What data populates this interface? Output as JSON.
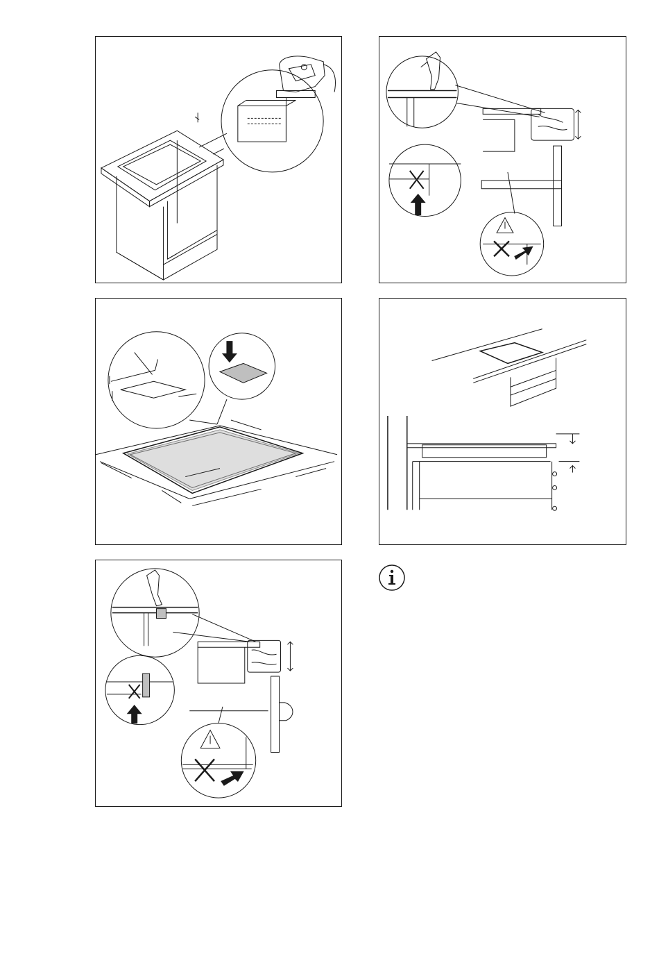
{
  "figures": [
    {
      "id": "cut-worktop-with-jigsaw",
      "icons": [
        "cabinet",
        "jigsaw",
        "magnifier-circle"
      ]
    },
    {
      "id": "sealing-worktop-edge",
      "icons": [
        "sealant-gun",
        "up-arrow",
        "cross",
        "warning-triangle"
      ]
    },
    {
      "id": "apply-seal-strip",
      "icons": [
        "seal-strip",
        "down-arrow",
        "dimension-arrows"
      ]
    },
    {
      "id": "hob-installed-side-view",
      "icons": [
        "hob",
        "worktop",
        "dimension-arrows"
      ]
    },
    {
      "id": "sealing-worktop-edge-alt",
      "icons": [
        "sealant-gun",
        "up-arrow",
        "cross",
        "warning-triangle"
      ]
    }
  ],
  "info_icon": "info-icon",
  "colors": {
    "line": "#1a1a1a",
    "page": "#ffffff"
  }
}
